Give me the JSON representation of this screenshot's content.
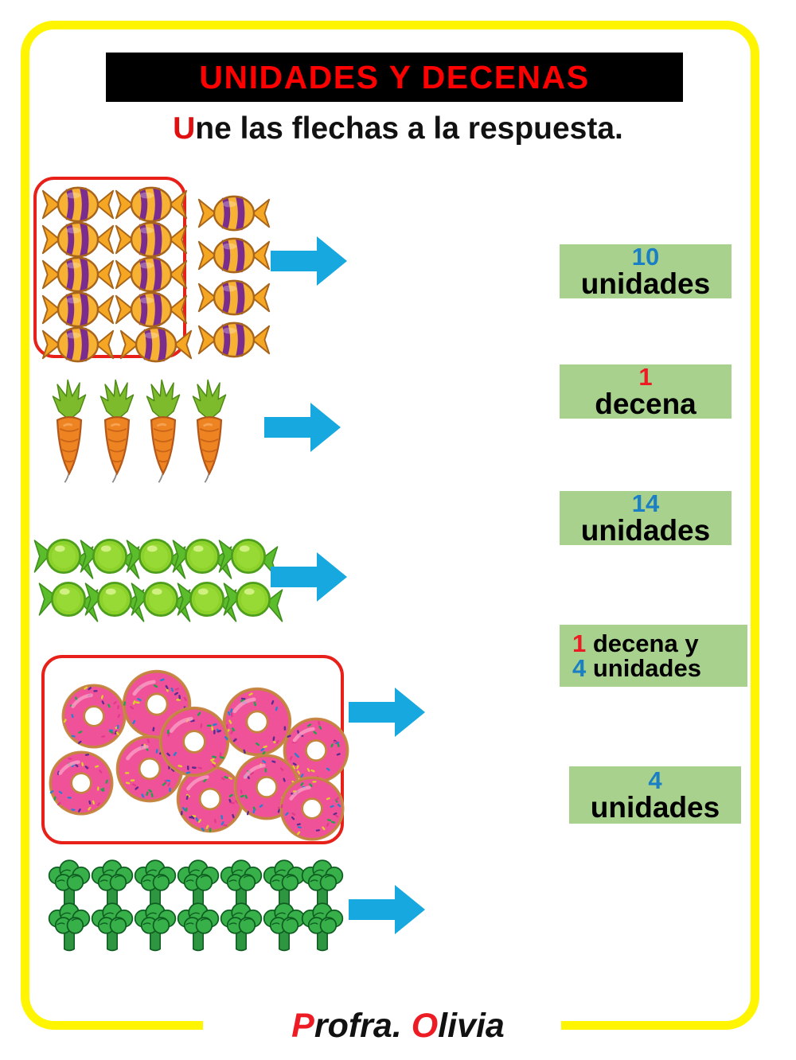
{
  "colors": {
    "frame_yellow": "#FFF500",
    "red_box": "#E8201A",
    "answer_green": "#A8D18D",
    "arrow_blue": "#17A8E0",
    "number_blue": "#1A7FC4",
    "number_red": "#ED1C24",
    "title_bar_bg": "#000000",
    "title_text": "#FF0000"
  },
  "header": {
    "title": "UNIDADES Y DECENAS",
    "instruction_lead": "U",
    "instruction_rest": "ne las flechas a la respuesta."
  },
  "items": [
    {
      "name": "candies-row",
      "icon": "wrapped-candy",
      "grouped_count": 10,
      "loose_count": 4,
      "total": 14,
      "has_red_box": true,
      "arrow": "right-arrow"
    },
    {
      "name": "carrots-row",
      "icon": "carrot",
      "grouped_count": 0,
      "loose_count": 4,
      "total": 4,
      "has_red_box": false,
      "arrow": "right-arrow"
    },
    {
      "name": "green-candies-row",
      "icon": "round-candy",
      "grouped_count": 0,
      "loose_count": 10,
      "total": 10,
      "has_red_box": false,
      "arrow": "right-arrow"
    },
    {
      "name": "donuts-row",
      "icon": "donut",
      "grouped_count": 10,
      "loose_count": 0,
      "total": 10,
      "has_red_box": true,
      "arrow": "right-arrow"
    },
    {
      "name": "broccoli-row",
      "icon": "broccoli",
      "grouped_count": 0,
      "loose_count": 14,
      "total": 14,
      "has_red_box": false,
      "arrow": "right-arrow"
    }
  ],
  "answers": [
    {
      "id": "answer-10-unidades",
      "line1_num": "10",
      "line1_num_color": "blue",
      "line2_text": "unidades",
      "layout": "stacked"
    },
    {
      "id": "answer-1-decena",
      "line1_num": "1",
      "line1_num_color": "red",
      "line2_text": "decena",
      "layout": "stacked"
    },
    {
      "id": "answer-14-unidades",
      "line1_num": "14",
      "line1_num_color": "blue",
      "line2_text": "unidades",
      "layout": "stacked"
    },
    {
      "id": "answer-1-decena-4-unidades",
      "layout": "combo",
      "combo_line1_num": "1",
      "combo_line1_num_color": "red",
      "combo_line1_text": "decena y",
      "combo_line2_num": "4",
      "combo_line2_num_color": "blue",
      "combo_line2_text": "unidades"
    },
    {
      "id": "answer-4-unidades",
      "line1_num": "4",
      "line1_num_color": "blue",
      "line2_text": "unidades",
      "layout": "stacked"
    }
  ],
  "footer": {
    "lead1": "P",
    "rest1": "rofra. ",
    "lead2": "O",
    "rest2": "livia"
  }
}
